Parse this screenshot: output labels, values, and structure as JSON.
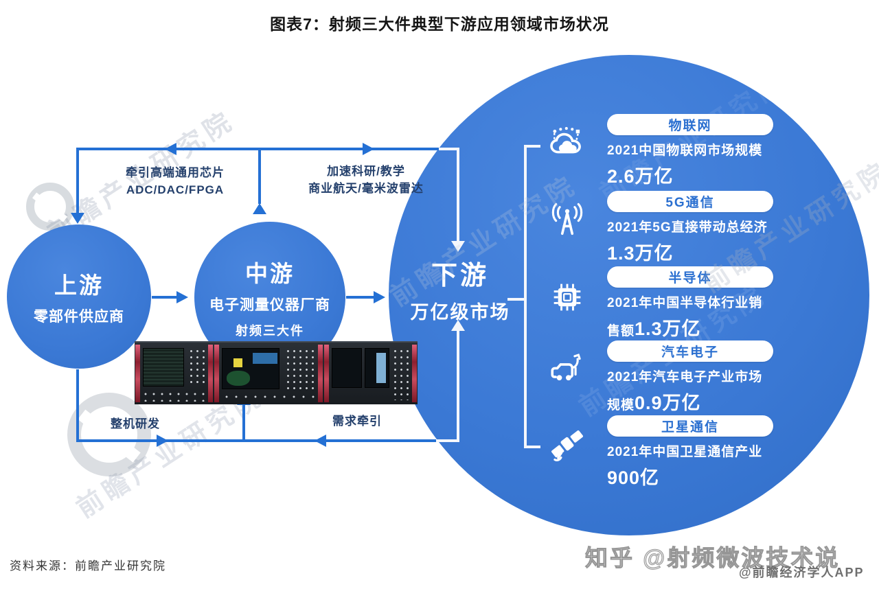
{
  "title": "图表7：射频三大件典型下游应用领域市场状况",
  "nodes": {
    "upstream": {
      "title": "上游",
      "subtitle": "零部件供应商"
    },
    "midstream": {
      "title": "中游",
      "subtitle": "电子测量仪器厂商",
      "tag": "射频三大件"
    },
    "downstream": {
      "title": "下游",
      "subtitle": "万亿级市场"
    }
  },
  "flows": {
    "top_left": {
      "line1": "牵引高端通用芯片",
      "line2": "ADC/DAC/FPGA"
    },
    "top_right": {
      "line1": "加速科研/教学",
      "line2": "商业航天/毫米波雷达"
    },
    "bottom_left": {
      "label": "整机研发"
    },
    "bottom_right": {
      "label": "需求牵引"
    }
  },
  "markets": [
    {
      "icon": "iot-cloud-icon",
      "label": "物联网",
      "desc_line1": "2021中国物联网市场规模",
      "desc_line2": "",
      "value": "2.6万亿"
    },
    {
      "icon": "5g-tower-icon",
      "label": "5G通信",
      "desc_line1": "2021年5G直接带动总经济",
      "desc_line2": "",
      "value": "1.3万亿"
    },
    {
      "icon": "chip-icon",
      "label": "半导体",
      "desc_line1": "2021年中国半导体行业销",
      "desc_line2": "售额",
      "value": "1.3万亿"
    },
    {
      "icon": "car-icon",
      "label": "汽车电子",
      "desc_line1": "2021年汽车电子产业市场",
      "desc_line2": "规模",
      "value": "0.9万亿"
    },
    {
      "icon": "satellite-icon",
      "label": "卫星通信",
      "desc_line1": "2021年中国卫星通信产业",
      "desc_line2": "",
      "value": "900亿"
    }
  ],
  "footer": {
    "source": "资料来源：前瞻产业研究院",
    "watermark_zhihu": "知乎 @射频微波技术说",
    "watermark_app": "@前瞻经济学人APP"
  },
  "watermark_text": "前瞻产业研究院",
  "colors": {
    "circle_blue": "#3b79d5",
    "arrow_blue": "#2470d4",
    "dark_navy": "#24406c",
    "pill_text": "#2a6fd0"
  }
}
